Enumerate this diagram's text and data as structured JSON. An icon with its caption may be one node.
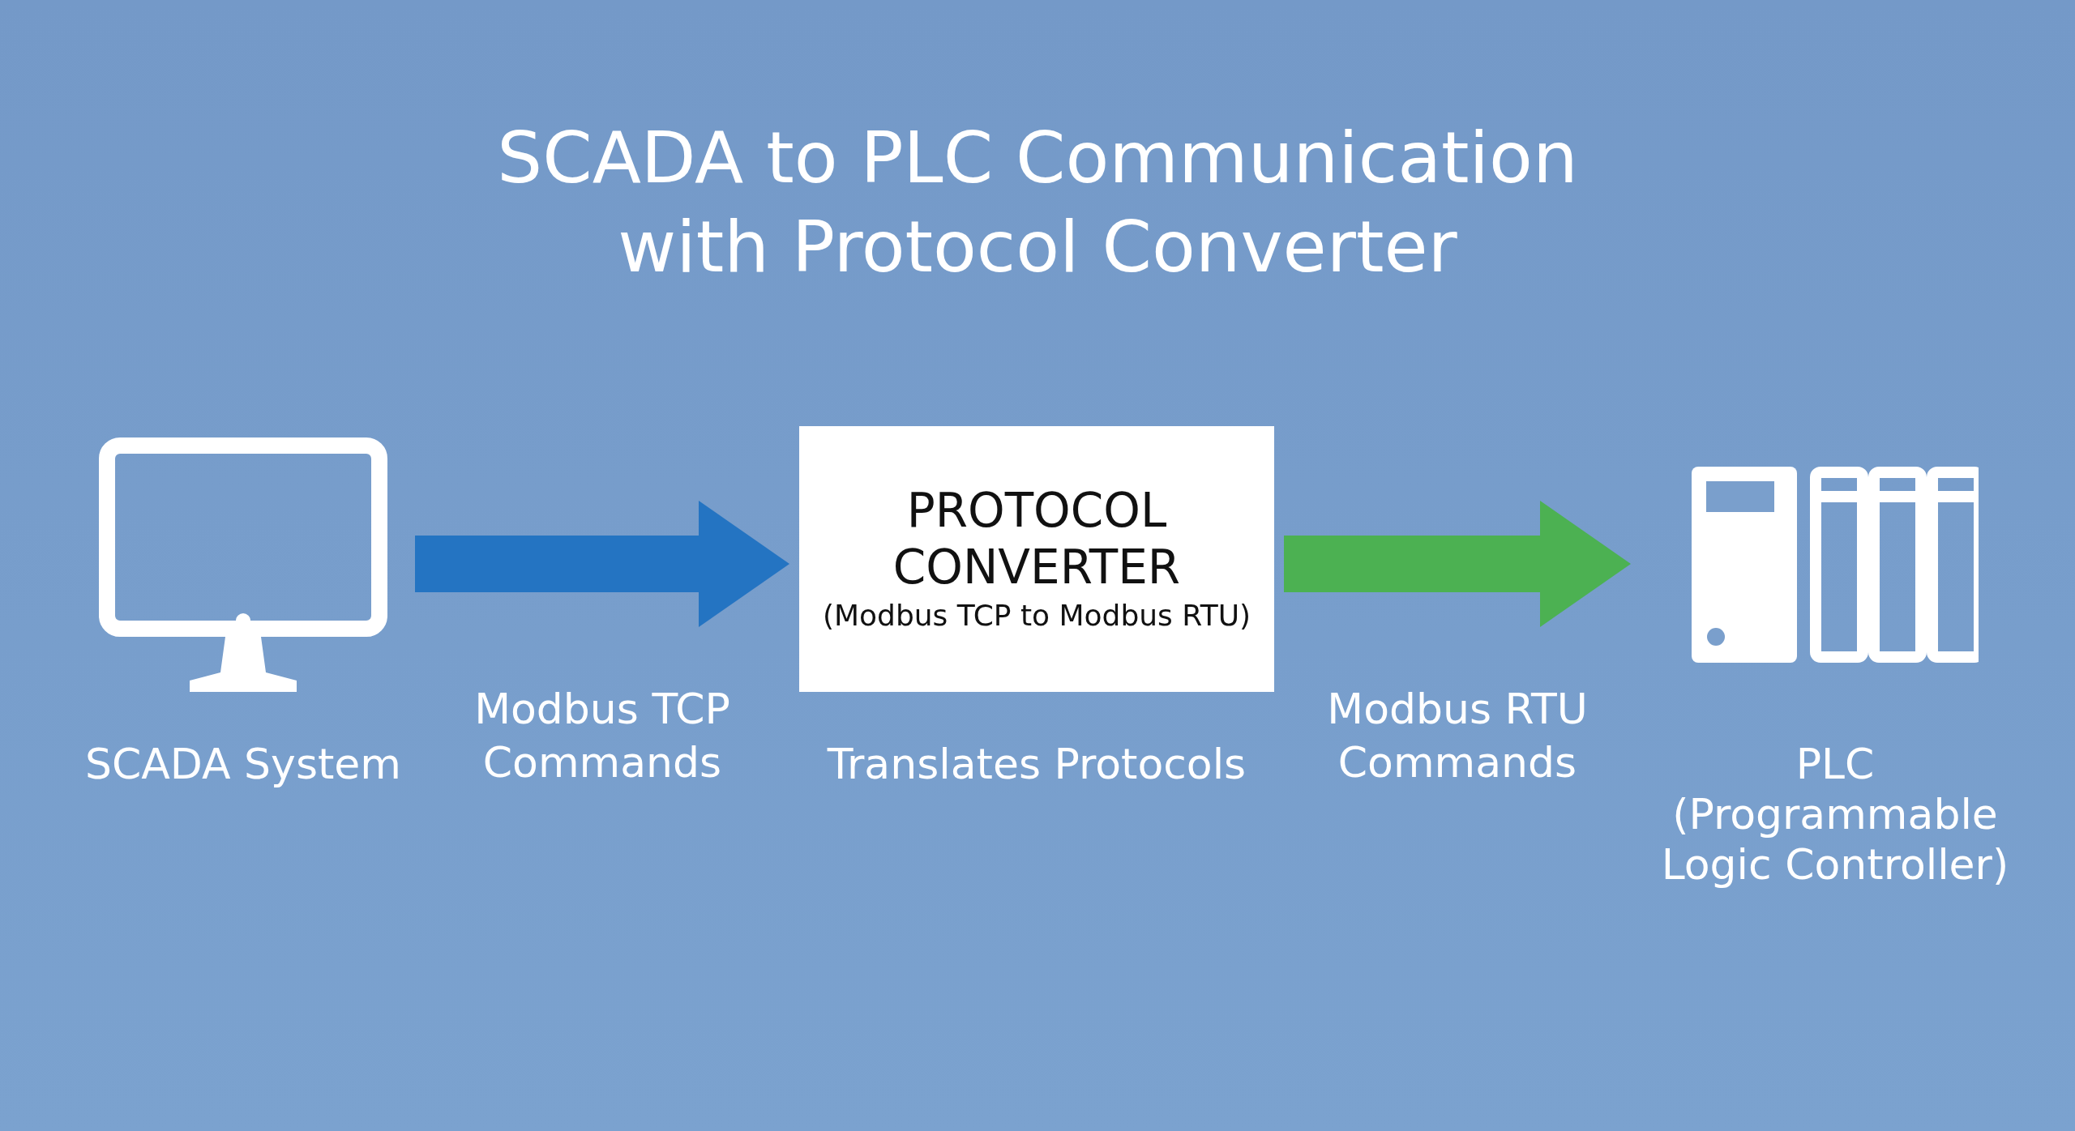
{
  "diagram": {
    "title": "SCADA to PLC Communication with Protocol Converter",
    "nodes": [
      {
        "text": [
          "SCADA System"
        ]
      },
      {
        "text": [
          "PROTOCOL CONVERTER",
          "(Modbus TCP to Modbus RTU)"
        ],
        "beside": [
          "Translates Protocols"
        ]
      },
      {
        "text": [
          "PLC (Programmable Logic Controller)"
        ]
      }
    ],
    "edges": [
      {
        "from": 0,
        "to": 1,
        "arrow": "to",
        "label": "Modbus TCP Commands",
        "color": "#2474c2"
      },
      {
        "from": 1,
        "to": 2,
        "arrow": "to",
        "label": "Modbus RTU Commands",
        "color": "#4cb152"
      }
    ]
  }
}
